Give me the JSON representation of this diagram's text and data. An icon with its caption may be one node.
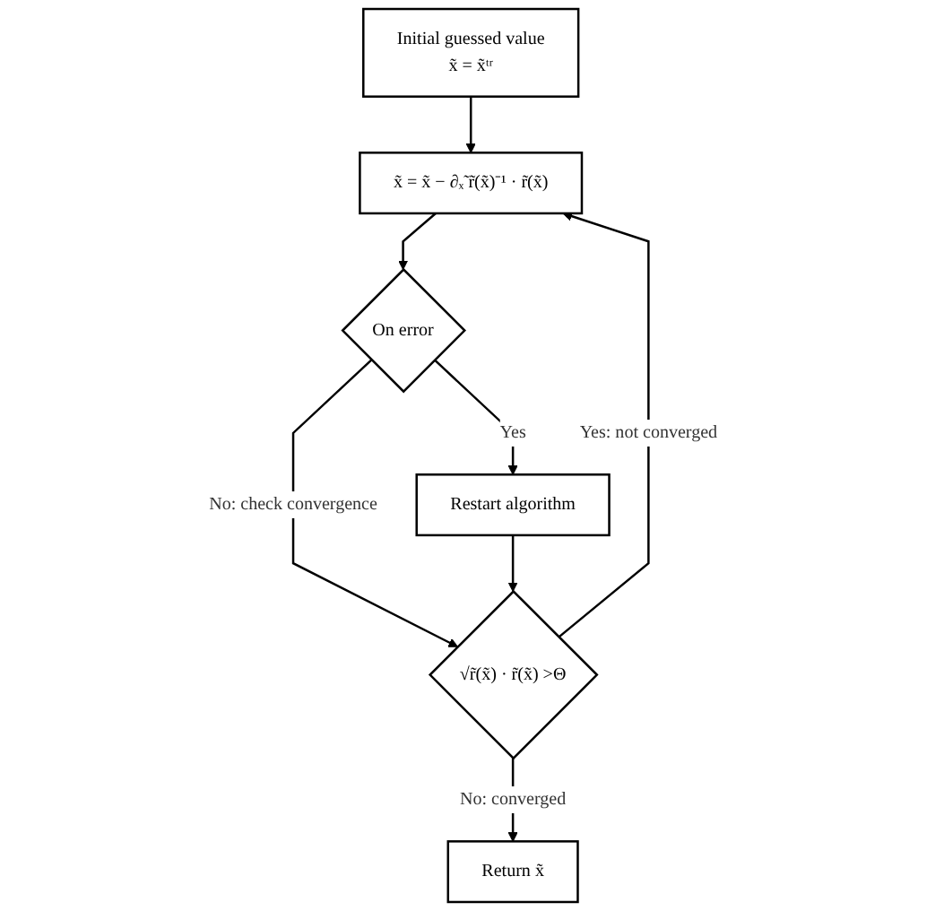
{
  "diagram": {
    "nodes": [
      {
        "text": [
          "Initial guessed value",
          "x̃ = x̃ᵗʳ"
        ]
      },
      {
        "text": [
          "x̃ = x̃ − ∂ₓ̃ r̃(x̃)⁻¹ · r̃(x̃)"
        ]
      },
      {
        "text": [
          "On error"
        ]
      },
      {
        "text": [
          "Restart algorithm"
        ]
      },
      {
        "text": [
          "√r̃(x̃) · r̃(x̃) >Θ"
        ]
      },
      {
        "text": [
          "Return   x̃"
        ]
      }
    ],
    "edges": [
      {
        "from": 0,
        "to": 1,
        "arrow": "to"
      },
      {
        "from": 1,
        "to": 2,
        "arrow": "to"
      },
      {
        "from": 2,
        "to": 3,
        "arrow": "to",
        "label": "Yes"
      },
      {
        "from": 2,
        "to": 4,
        "arrow": "to",
        "label": "No: check convergence"
      },
      {
        "from": 3,
        "to": 4,
        "arrow": "to"
      },
      {
        "from": 4,
        "to": 1,
        "arrow": "to",
        "label": "Yes: not converged"
      },
      {
        "from": 4,
        "to": 5,
        "arrow": "to",
        "label": "No: converged"
      }
    ]
  }
}
